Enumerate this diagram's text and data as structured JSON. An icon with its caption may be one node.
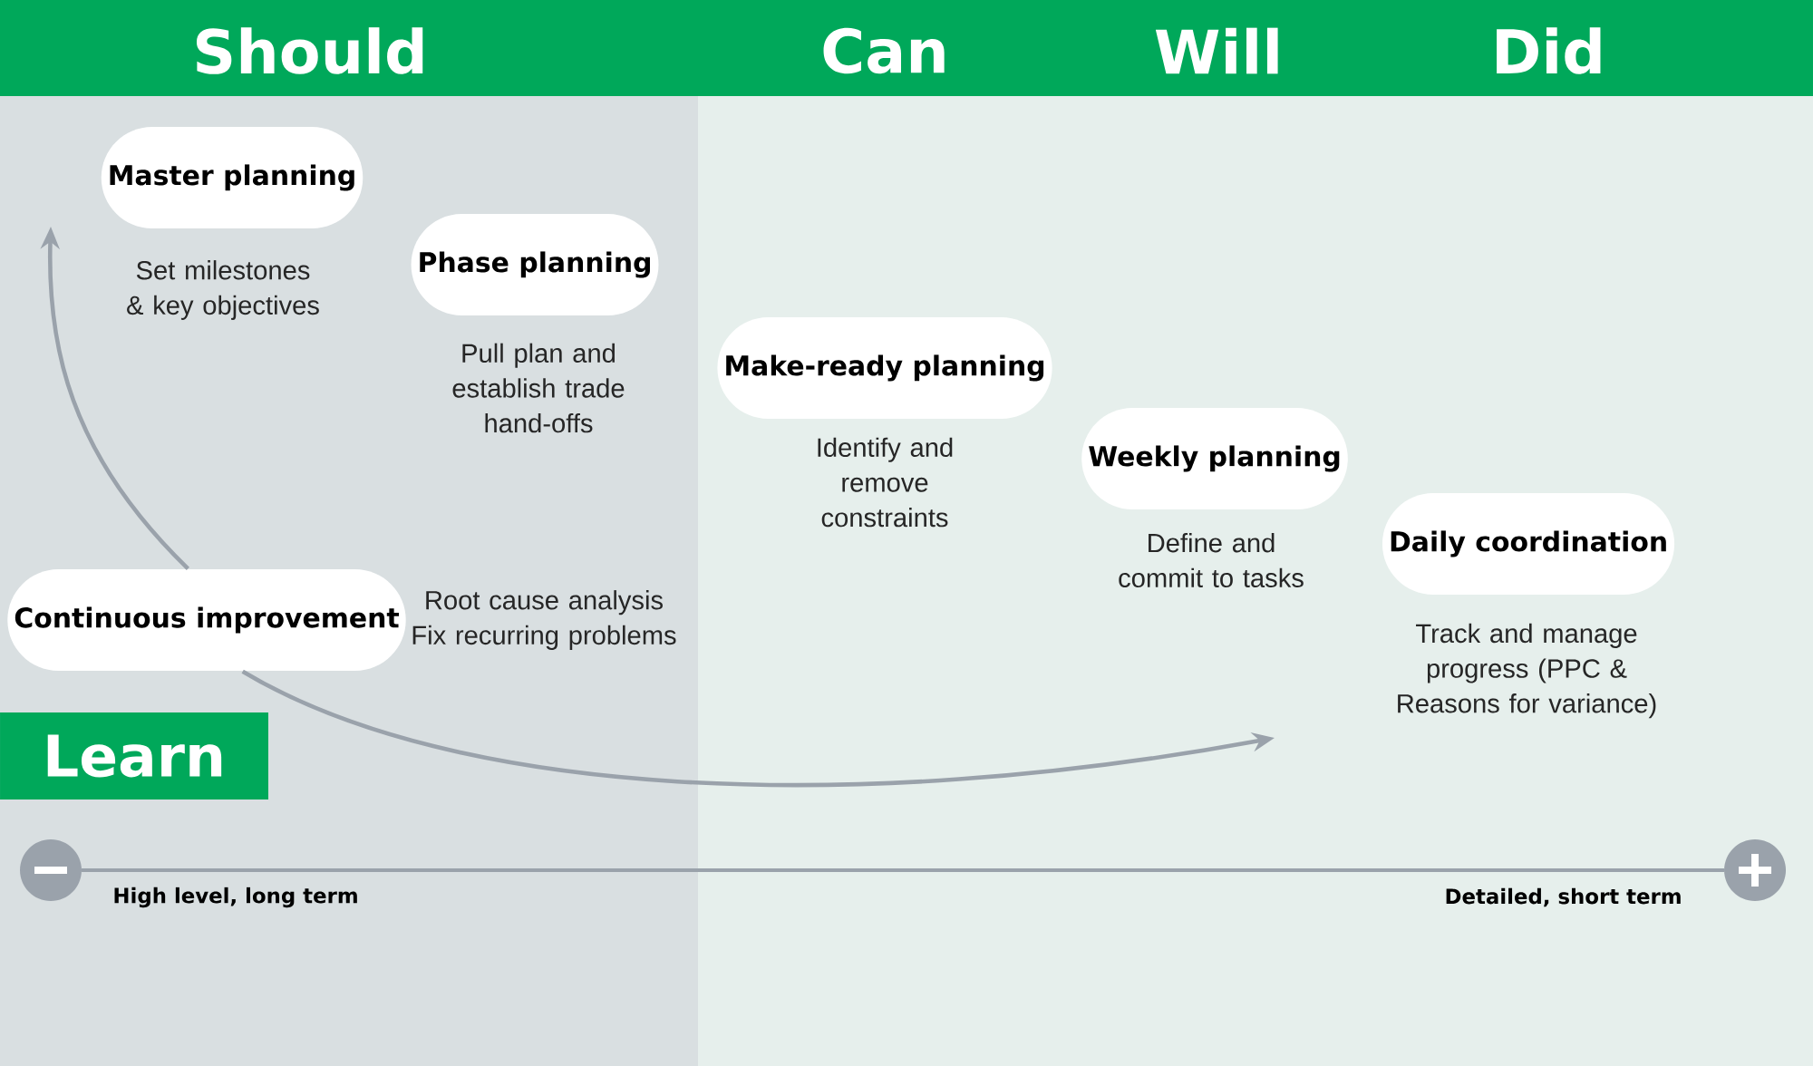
{
  "diagram": {
    "nodes": [
      {
        "text": [
          "Master planning"
        ],
        "beside": [
          "Set milestones & key objectives"
        ]
      },
      {
        "text": [
          "Phase planning"
        ],
        "beside": [
          "Pull plan and establish trade hand-offs"
        ]
      },
      {
        "text": [
          "Make-ready planning"
        ],
        "beside": [
          "Identify and remove constraints"
        ]
      },
      {
        "text": [
          "Weekly planning"
        ],
        "beside": [
          "Define and commit to tasks"
        ]
      },
      {
        "text": [
          "Daily coordination"
        ],
        "beside": [
          "Track and manage progress (PPC & Reasons for variance)"
        ]
      },
      {
        "text": [
          "Continuous improvement"
        ],
        "beside": [
          "Root cause analysis Fix recurring problems"
        ]
      },
      {
        "text": [
          "Learn"
        ]
      }
    ],
    "edges": [
      {
        "from": 5,
        "to": null,
        "arrow": "to"
      },
      {
        "from": 5,
        "to": null,
        "arrow": "to"
      }
    ],
    "labels": [
      "Should",
      "Can",
      "Will",
      "Did",
      "High level, long term",
      "Detailed, short term"
    ]
  }
}
